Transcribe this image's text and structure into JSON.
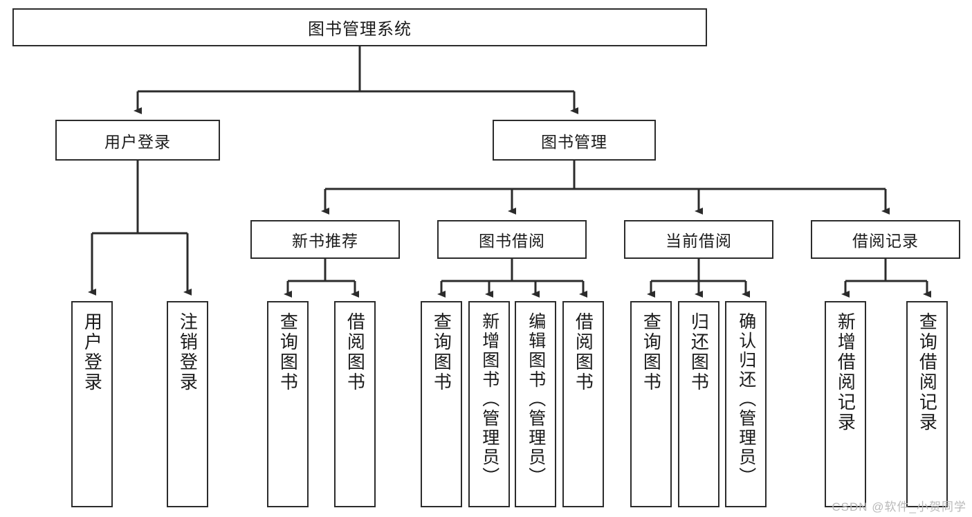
{
  "diagram": {
    "title": "图书管理系统",
    "type": "tree-structure-chart",
    "watermark": "CSDN @软件_小贺同学",
    "colors": {
      "box_border": "#2b2b2b",
      "box_fill": "#ffffff",
      "line": "#2b2b2b",
      "text": "#1a1a1a",
      "watermark": "#b9b9b9"
    },
    "root": {
      "label": "图书管理系统"
    },
    "level2": [
      {
        "label": "用户登录"
      },
      {
        "label": "图书管理"
      }
    ],
    "level3": [
      {
        "label": "新书推荐"
      },
      {
        "label": "图书借阅"
      },
      {
        "label": "当前借阅"
      },
      {
        "label": "借阅记录"
      }
    ],
    "leaves": {
      "user_login": [
        {
          "label": "用户登录"
        },
        {
          "label": "注销登录"
        }
      ],
      "new_book_recommend": [
        {
          "label": "查询图书"
        },
        {
          "label": "借阅图书"
        }
      ],
      "book_borrow": [
        {
          "label": "查询图书"
        },
        {
          "label": "新增图书（管理员）"
        },
        {
          "label": "编辑图书（管理员）"
        },
        {
          "label": "借阅图书"
        }
      ],
      "current_borrow": [
        {
          "label": "查询图书"
        },
        {
          "label": "归还图书"
        },
        {
          "label": "确认归还（管理员）"
        }
      ],
      "borrow_record": [
        {
          "label": "新增借阅记录"
        },
        {
          "label": "查询借阅记录"
        }
      ]
    }
  }
}
